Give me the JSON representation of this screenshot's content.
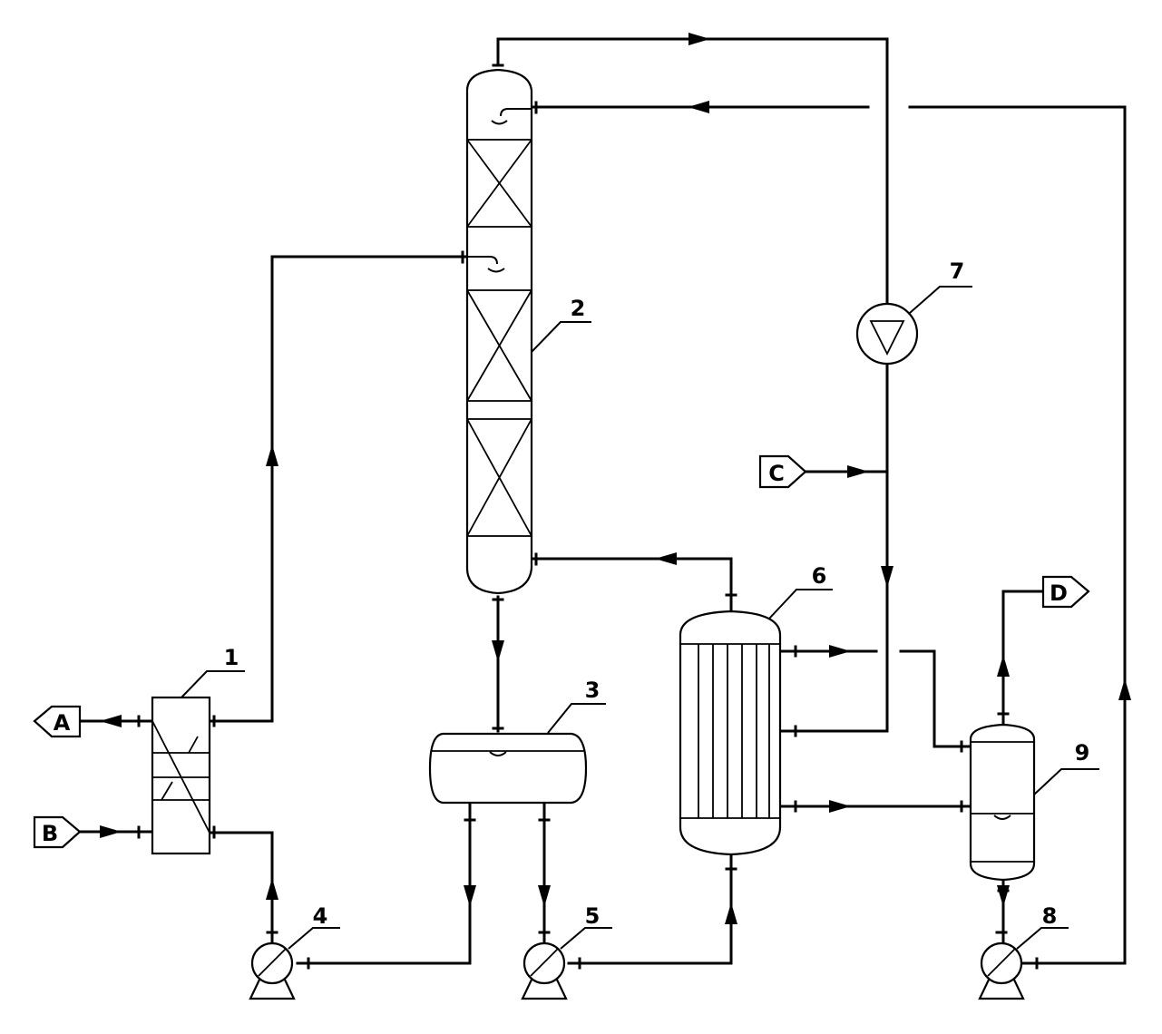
{
  "equipment": {
    "heat_exchanger": {
      "tag": "1"
    },
    "packed_column": {
      "tag": "2"
    },
    "horizontal_drum": {
      "tag": "3"
    },
    "pump_4": {
      "tag": "4"
    },
    "pump_5": {
      "tag": "5"
    },
    "shell_tube_exchanger": {
      "tag": "6"
    },
    "compressor": {
      "tag": "7"
    },
    "pump_8": {
      "tag": "8"
    },
    "separator": {
      "tag": "9"
    }
  },
  "streams": {
    "a": {
      "label": "A"
    },
    "b": {
      "label": "B"
    },
    "c": {
      "label": "C"
    },
    "d": {
      "label": "D"
    }
  }
}
